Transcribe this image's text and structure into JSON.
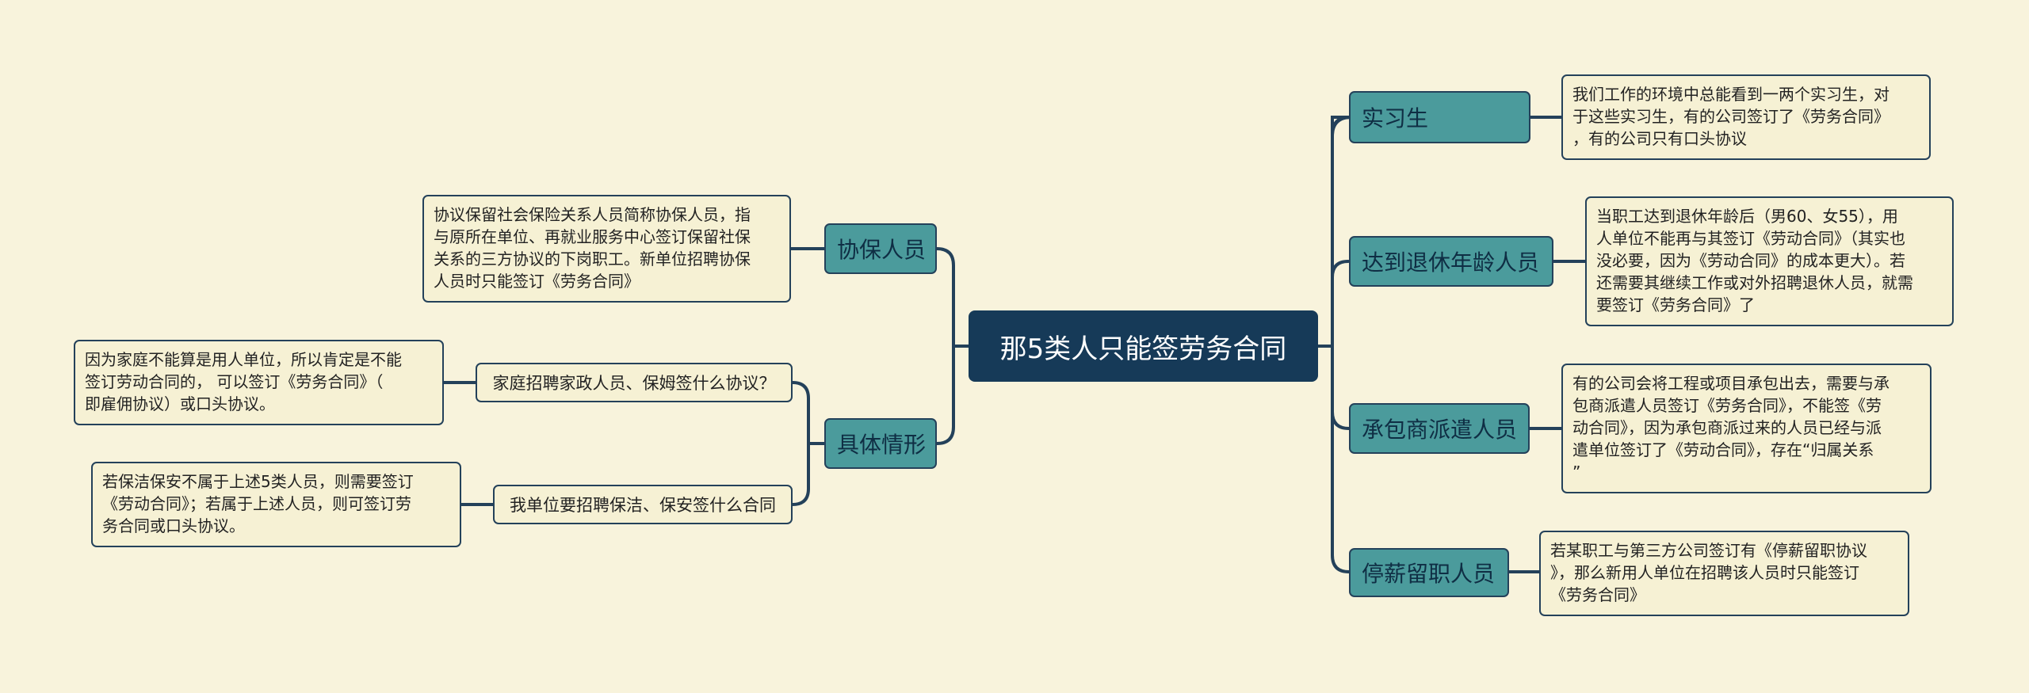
{
  "root": {
    "label": "那5类人只能签劳务合同"
  },
  "left_branches": [
    {
      "label": "协保人员",
      "leaf_lines": [
        "协议保留社会保险关系人员简称协保人员，指",
        "与原所在单位、再就业服务中心签订保留社保",
        "关系的三方协议的下岗职工。新单位招聘协保",
        "人员时只能签订《劳务合同》"
      ]
    },
    {
      "label": "具体情形",
      "subs": [
        {
          "label": "家庭招聘家政人员、保姆签什么协议？",
          "leaf_lines": [
            "因为家庭不能算是用人单位，所以肯定是不能",
            "签订劳动合同的， 可以签订《劳务合同》（",
            "即雇佣协议）或口头协议。"
          ]
        },
        {
          "label": "我单位要招聘保洁、保安签什么合同",
          "leaf_lines": [
            "若保洁保安不属于上述5类人员，则需要签订",
            "《劳动合同》；若属于上述人员，则可签订劳",
            "务合同或口头协议。"
          ]
        }
      ]
    }
  ],
  "right_branches": [
    {
      "label": "实习生",
      "leaf_lines": [
        "我们工作的环境中总能看到一两个实习生，对",
        "于这些实习生，有的公司签订了《劳务合同》",
        "，有的公司只有口头协议"
      ]
    },
    {
      "label": "达到退休年龄人员",
      "leaf_lines": [
        "当职工达到退休年龄后（男60、女55），用",
        "人单位不能再与其签订《劳动合同》（其实也",
        "没必要，因为《劳动合同》的成本更大）。若",
        "还需要其继续工作或对外招聘退休人员，就需",
        "要签订《劳务合同》了"
      ]
    },
    {
      "label": "承包商派遣人员",
      "leaf_lines": [
        "有的公司会将工程或项目承包出去，需要与承",
        "包商派遣人员签订《劳务合同》，不能签《劳",
        "动合同》，因为承包商派过来的人员已经与派",
        "遣单位签订了《劳动合同》，存在“归属关系",
        "”"
      ]
    },
    {
      "label": "停薪留职人员",
      "leaf_lines": [
        "若某职工与第三方公司签订有《停薪留职协议",
        "》，那么新用人单位在招聘该人员时只能签订",
        "《劳务合同》"
      ]
    }
  ]
}
